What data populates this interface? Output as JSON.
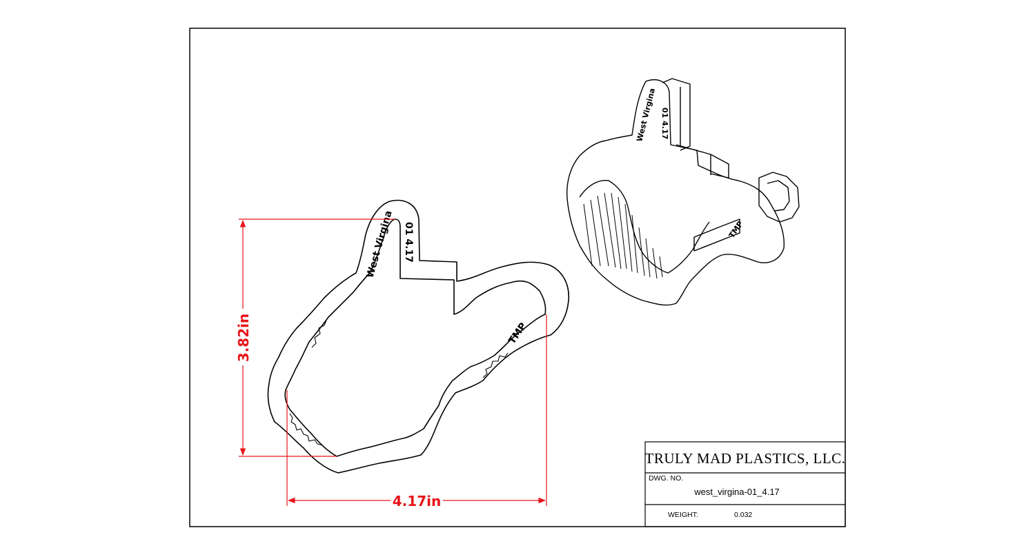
{
  "drawing": {
    "dimension_height": "3.82in",
    "dimension_width": "4.17in",
    "emboss_state": "West Virgina",
    "emboss_code": "01 4.17",
    "emboss_brand": "TMP",
    "colors": {
      "dimension": "#e8141a",
      "line": "#000000",
      "background": "#ffffff"
    }
  },
  "title_block": {
    "company": "TRULY MAD PLASTICS, LLC.",
    "dwg_no_label": "DWG. NO.",
    "dwg_no_value": "west_virgina-01_4.17",
    "weight_label": "WEIGHT:",
    "weight_value": "0.032"
  }
}
